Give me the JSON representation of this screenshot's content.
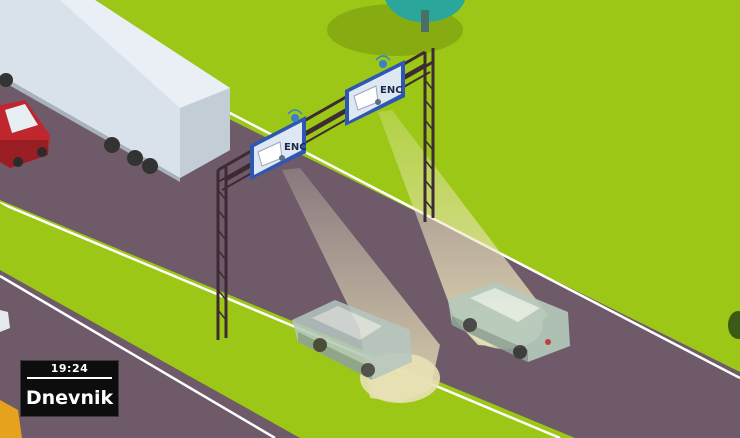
{
  "scene": {
    "signs": [
      {
        "label": "ENC"
      },
      {
        "label": "ENC"
      }
    ]
  },
  "logo": {
    "time": "19:24",
    "brand": "Dnevnik"
  },
  "colors": {
    "grass": "#9cc716",
    "road": "#6e5a68",
    "road_edge": "#ffffff",
    "gantry": "#3d2a33",
    "sign_panel": "#2e57b4",
    "beam": "#e9e2b7"
  }
}
